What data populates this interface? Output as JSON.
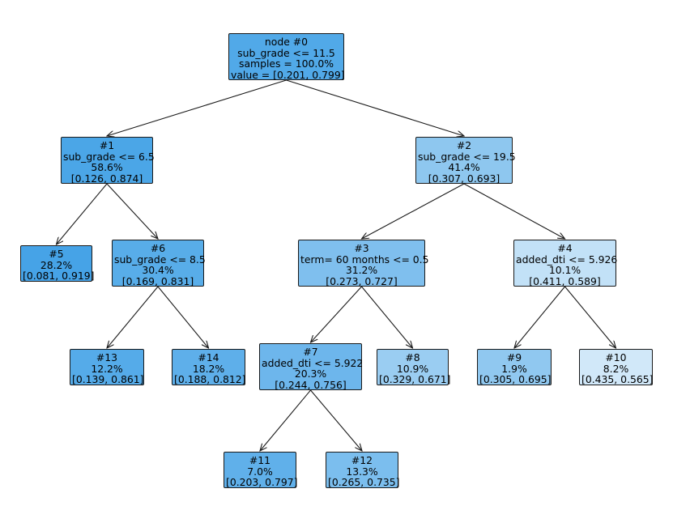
{
  "tree": {
    "nodes": [
      {
        "id": "0",
        "color": "#51a9e8",
        "lines": [
          "node #0",
          "sub_grade <= 11.5",
          "samples = 100.0%",
          "value = [0.201, 0.799]"
        ]
      },
      {
        "id": "1",
        "color": "#4ba6e7",
        "lines": [
          "#1",
          "sub_grade <= 6.5",
          "58.6%",
          "[0.126, 0.874]"
        ]
      },
      {
        "id": "2",
        "color": "#8ec7ef",
        "lines": [
          "#2",
          "sub_grade <= 19.5",
          "41.4%",
          "[0.307, 0.693]"
        ]
      },
      {
        "id": "3",
        "color": "#7fbfee",
        "lines": [
          "#3",
          "term= 60 months <= 0.5",
          "31.2%",
          "[0.273, 0.727]"
        ]
      },
      {
        "id": "4",
        "color": "#c2e1f7",
        "lines": [
          "#4",
          "added_dti <= 5.926",
          "10.1%",
          "[0.411, 0.589]"
        ]
      },
      {
        "id": "5",
        "color": "#46a3e7",
        "lines": [
          "#5",
          "28.2%",
          "[0.081, 0.919]"
        ]
      },
      {
        "id": "6",
        "color": "#58ade9",
        "lines": [
          "#6",
          "sub_grade <= 8.5",
          "30.4%",
          "[0.169, 0.831]"
        ]
      },
      {
        "id": "7",
        "color": "#6db6ec",
        "lines": [
          "#7",
          "added_dti <= 5.922",
          "20.3%",
          "[0.244, 0.756]"
        ]
      },
      {
        "id": "8",
        "color": "#9acdf2",
        "lines": [
          "#8",
          "10.9%",
          "[0.329, 0.671]"
        ]
      },
      {
        "id": "9",
        "color": "#90c8f0",
        "lines": [
          "#9",
          "1.9%",
          "[0.305, 0.695]"
        ]
      },
      {
        "id": "10",
        "color": "#d1e8f9",
        "lines": [
          "#10",
          "8.2%",
          "[0.435, 0.565]"
        ]
      },
      {
        "id": "11",
        "color": "#60b0ea",
        "lines": [
          "#11",
          "7.0%",
          "[0.203, 0.797]"
        ]
      },
      {
        "id": "12",
        "color": "#7bbeee",
        "lines": [
          "#12",
          "13.3%",
          "[0.265, 0.735]"
        ]
      },
      {
        "id": "13",
        "color": "#55abe9",
        "lines": [
          "#13",
          "12.2%",
          "[0.139, 0.861]"
        ]
      },
      {
        "id": "14",
        "color": "#5eafea",
        "lines": [
          "#14",
          "18.2%",
          "[0.188, 0.812]"
        ]
      }
    ],
    "edges": [
      [
        "0",
        "1"
      ],
      [
        "0",
        "2"
      ],
      [
        "1",
        "5"
      ],
      [
        "1",
        "6"
      ],
      [
        "2",
        "3"
      ],
      [
        "2",
        "4"
      ],
      [
        "6",
        "13"
      ],
      [
        "6",
        "14"
      ],
      [
        "3",
        "7"
      ],
      [
        "3",
        "8"
      ],
      [
        "4",
        "9"
      ],
      [
        "4",
        "10"
      ],
      [
        "7",
        "11"
      ],
      [
        "7",
        "12"
      ]
    ]
  }
}
